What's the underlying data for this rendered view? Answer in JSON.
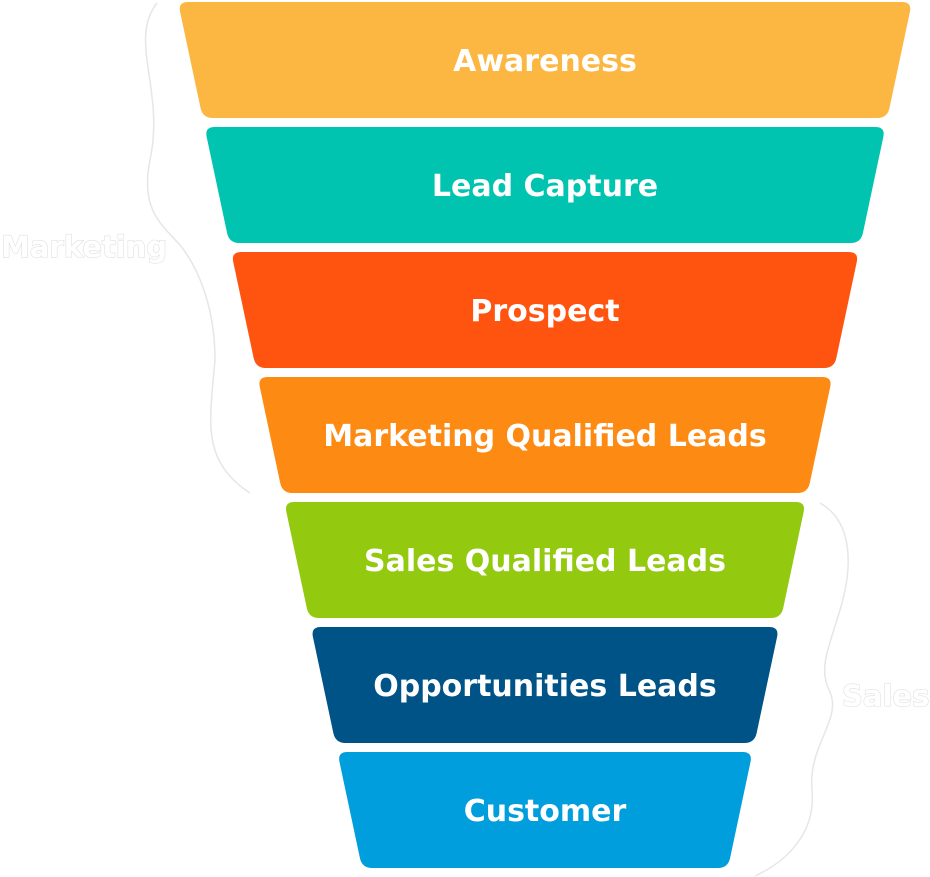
{
  "stages": [
    {
      "label": "Awareness",
      "color": "#fbb741"
    },
    {
      "label": "Lead Capture",
      "color": "#00c4b0"
    },
    {
      "label": "Prospect",
      "color": "#ff5410"
    },
    {
      "label": "Marketing Qualified Leads",
      "color": "#fd8a12"
    },
    {
      "label": "Sales Qualified Leads",
      "color": "#93c90f"
    },
    {
      "label": "Opportunities Leads",
      "color": "#005386"
    },
    {
      "label": "Customer",
      "color": "#009edd"
    }
  ],
  "groups": {
    "marketing": {
      "label": "Marketing",
      "stage_range": [
        0,
        3
      ]
    },
    "sales": {
      "label": "Sales",
      "stage_range": [
        4,
        6
      ]
    }
  }
}
